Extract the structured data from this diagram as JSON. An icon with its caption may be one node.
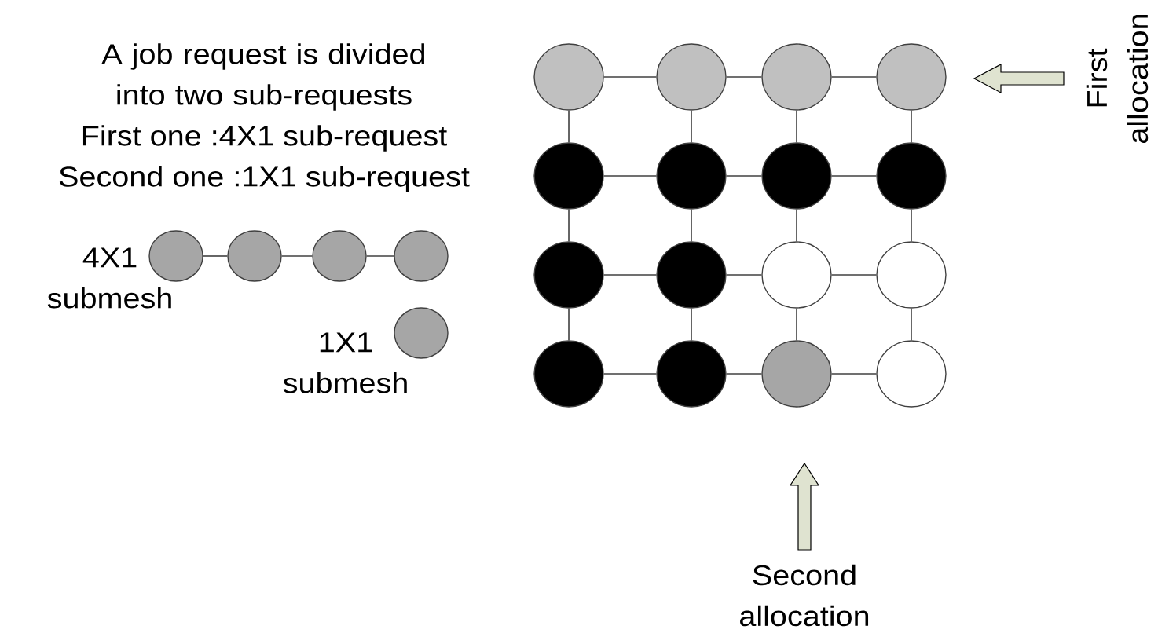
{
  "diagram": {
    "nodes": [
      {
        "text": [],
        "shape": "circle"
      },
      {
        "text": [],
        "shape": "circle"
      },
      {
        "text": [],
        "shape": "circle"
      },
      {
        "text": [],
        "shape": "circle"
      },
      {
        "text": [],
        "shape": "circle"
      },
      {
        "text": [],
        "shape": "circle"
      },
      {
        "text": [],
        "shape": "circle"
      },
      {
        "text": [],
        "shape": "circle"
      },
      {
        "text": [],
        "shape": "circle"
      },
      {
        "text": [],
        "shape": "circle"
      },
      {
        "text": [],
        "shape": "circle"
      },
      {
        "text": [],
        "shape": "circle"
      },
      {
        "text": [],
        "shape": "circle"
      },
      {
        "text": [],
        "shape": "circle"
      },
      {
        "text": [],
        "shape": "circle"
      },
      {
        "text": [],
        "shape": "circle"
      },
      {
        "text": [],
        "shape": "circle"
      },
      {
        "text": [],
        "shape": "circle"
      },
      {
        "text": [],
        "shape": "circle"
      },
      {
        "text": [],
        "shape": "circle"
      },
      {
        "text": [],
        "shape": "circle"
      }
    ],
    "edges": [
      {
        "from": 0,
        "to": 1,
        "arrow": "none"
      },
      {
        "from": 1,
        "to": 2,
        "arrow": "none"
      },
      {
        "from": 2,
        "to": 3,
        "arrow": "none"
      },
      {
        "from": 5,
        "to": 6,
        "arrow": "none"
      },
      {
        "from": 6,
        "to": 7,
        "arrow": "none"
      },
      {
        "from": 7,
        "to": 8,
        "arrow": "none"
      },
      {
        "from": 9,
        "to": 10,
        "arrow": "none"
      },
      {
        "from": 10,
        "to": 11,
        "arrow": "none"
      },
      {
        "from": 11,
        "to": 12,
        "arrow": "none"
      },
      {
        "from": 13,
        "to": 14,
        "arrow": "none"
      },
      {
        "from": 14,
        "to": 15,
        "arrow": "none"
      },
      {
        "from": 15,
        "to": 16,
        "arrow": "none"
      },
      {
        "from": 17,
        "to": 18,
        "arrow": "none"
      },
      {
        "from": 18,
        "to": 19,
        "arrow": "none"
      },
      {
        "from": 19,
        "to": 20,
        "arrow": "none"
      },
      {
        "from": 5,
        "to": 9,
        "arrow": "none"
      },
      {
        "from": 9,
        "to": 13,
        "arrow": "none"
      },
      {
        "from": 13,
        "to": 17,
        "arrow": "none"
      },
      {
        "from": 6,
        "to": 10,
        "arrow": "none"
      },
      {
        "from": 10,
        "to": 14,
        "arrow": "none"
      },
      {
        "from": 14,
        "to": 18,
        "arrow": "none"
      },
      {
        "from": 7,
        "to": 11,
        "arrow": "none"
      },
      {
        "from": 11,
        "to": 15,
        "arrow": "none"
      },
      {
        "from": 15,
        "to": 19,
        "arrow": "none"
      },
      {
        "from": 8,
        "to": 12,
        "arrow": "none"
      },
      {
        "from": 12,
        "to": 16,
        "arrow": "none"
      },
      {
        "from": 16,
        "to": 20,
        "arrow": "none"
      }
    ],
    "labels": [
      "A job request is divided into two sub-requests",
      "First one :4X1 sub-request",
      "Second one :1X1 sub-request",
      "4X1 submesh",
      "1X1 submesh",
      "First allocation",
      "Second allocation"
    ]
  }
}
